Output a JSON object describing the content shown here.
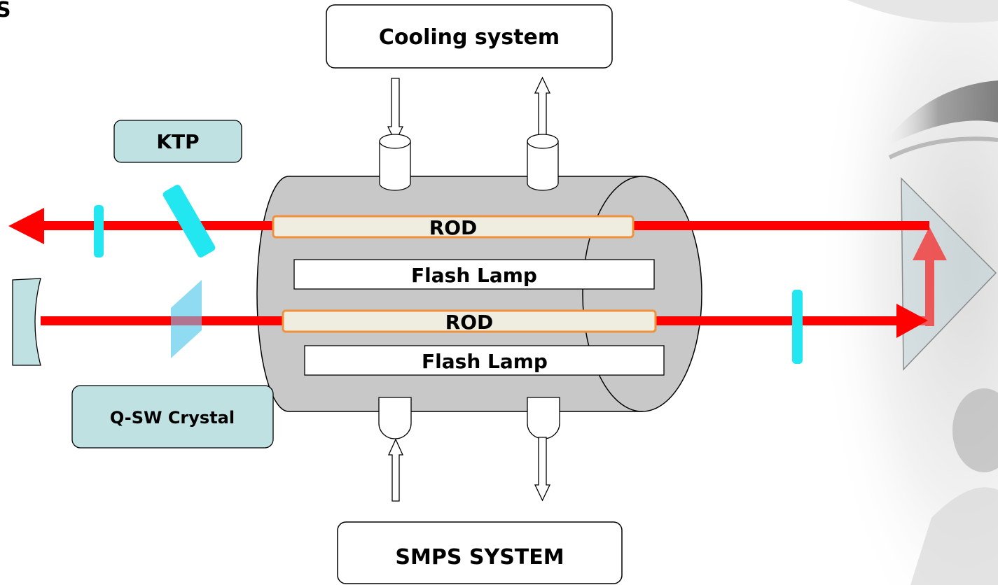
{
  "corner_text": "S",
  "labels": {
    "cooling": "Cooling system",
    "smps": "SMPS SYSTEM",
    "ktp": "KTP",
    "qsw": "Q-SW Crystal",
    "rod_top": "ROD",
    "lamp_top": "Flash Lamp",
    "rod_bottom": "ROD",
    "lamp_bottom": "Flash Lamp"
  },
  "colors": {
    "beam": "#ff0000",
    "rod_fill": "#efece0",
    "rod_border": "#f0913c",
    "chamber": "#c8c8c8",
    "label_box": "#bfe1e1",
    "optic": "#22e6f0",
    "prism": "#b7cfd3",
    "qsw_crystal": "#7ad5f0"
  }
}
